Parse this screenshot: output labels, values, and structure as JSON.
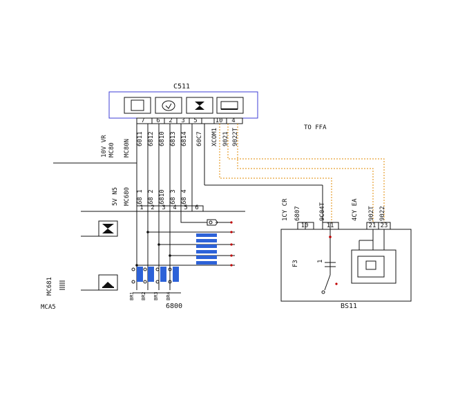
{
  "modules": {
    "top": {
      "name": "C511"
    },
    "bottom_left": {
      "name": "6800"
    },
    "bottom_right": {
      "name": "BS11"
    }
  },
  "labels": {
    "ffa": "TO FFA",
    "mc_a5": "MCA5",
    "mc681": "MC681",
    "fuse_f3": "F3",
    "relay_1": "1"
  },
  "wire_groups": {
    "top_vertical": [
      "10V VR",
      "MC80",
      "MC80N",
      "6011",
      "6812",
      "6810",
      "6813",
      "6814",
      "60C7",
      "XCOM1",
      "9021",
      "9022T"
    ],
    "bottom_vertical": [
      "5V N5",
      "MC680",
      "68 1",
      "68 2",
      "6810",
      "68 3",
      "68 4"
    ],
    "right_vertical": [
      "1CY CR",
      "6807",
      "9C04T",
      "4CY EA",
      "902T",
      "9022"
    ],
    "left_bottom": [
      "BR1",
      "BR2",
      "BR3",
      "BR4"
    ]
  },
  "pins": {
    "top_connector": [
      "7",
      "6",
      "2",
      "3",
      "5",
      "10",
      "4"
    ],
    "bottom_connector": [
      "1",
      "2",
      "3",
      "4",
      "5",
      "6"
    ],
    "right_connector_a": [
      "10",
      "11"
    ],
    "right_connector_b": [
      "21",
      "23"
    ]
  },
  "colors": {
    "module_border": "#3b3bd6",
    "wire": "#000000",
    "dashed_wire": "#e08a00",
    "ground_block": "#2d62d8",
    "connector_dot": "#c00000"
  }
}
